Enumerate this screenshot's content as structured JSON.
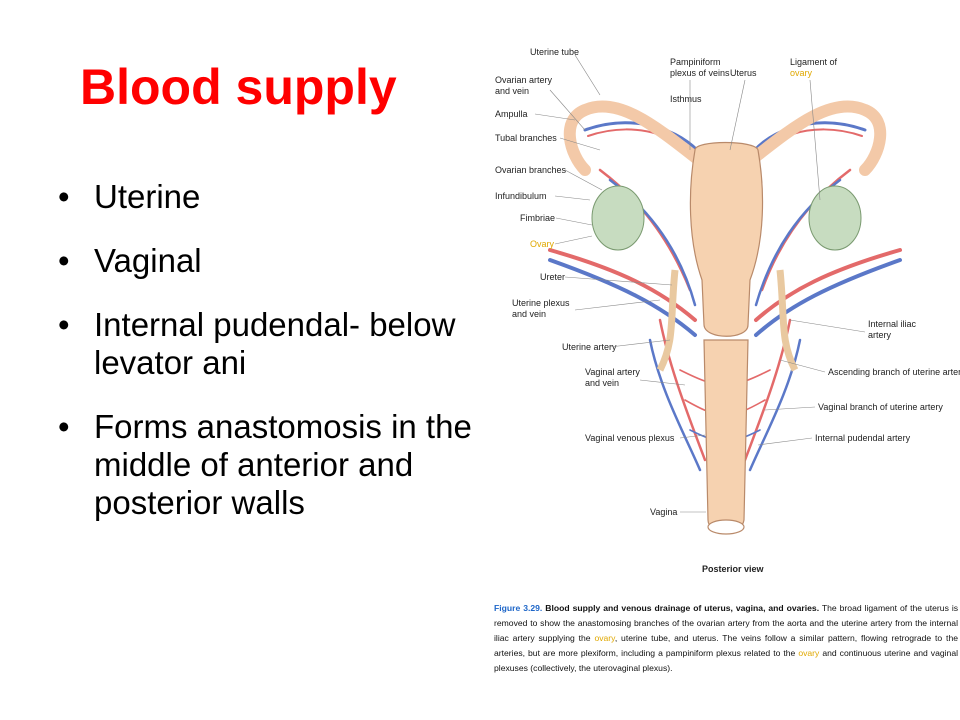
{
  "title": "Blood supply",
  "bullets": [
    "Uterine",
    "Vaginal",
    "Internal pudendal- below levator ani",
    "Forms anastomosis in the middle of anterior and posterior walls"
  ],
  "figure": {
    "labels": {
      "uterine_tube": "Uterine tube",
      "pampiniform_1": "Pampiniform",
      "pampiniform_2": "plexus of veins",
      "uterus": "Uterus",
      "ligament_1": "Ligament of",
      "ligament_2": "ovary",
      "ovarian_av_1": "Ovarian artery",
      "ovarian_av_2": "and vein",
      "isthmus": "Isthmus",
      "ampulla": "Ampulla",
      "tubal": "Tubal branches",
      "ovarian_br": "Ovarian branches",
      "infundibulum": "Infundibulum",
      "fimbriae": "Fimbriae",
      "ovary": "Ovary",
      "ureter": "Ureter",
      "uterine_plexus_1": "Uterine plexus",
      "uterine_plexus_2": "and vein",
      "uterine_artery": "Uterine artery",
      "internal_iliac_1": "Internal iliac",
      "internal_iliac_2": "artery",
      "vaginal_av_1": "Vaginal artery",
      "vaginal_av_2": "and vein",
      "ascending": "Ascending branch of uterine artery",
      "vaginal_branch": "Vaginal branch of uterine artery",
      "vaginal_venous": "Vaginal venous plexus",
      "internal_pudendal": "Internal pudendal artery",
      "vagina": "Vagina",
      "posterior_view": "Posterior view"
    },
    "colors": {
      "artery": "#e36a6a",
      "vein": "#5b78c8",
      "ovary": "#c7dcc0",
      "organ": "#f6d2b0",
      "title": "#ff0000",
      "figure_number": "#1e66c8",
      "highlight": "#e0a800"
    }
  },
  "caption": {
    "figure_number": "Figure 3.29.",
    "title": "Blood supply and venous drainage of uterus, vagina, and ovaries.",
    "part1": "The broad ligament of the uterus is removed to show the anastomosing branches of the ovarian artery from the aorta and the uterine artery from the internal iliac artery supplying the",
    "ovary_1": "ovary",
    "part2": ", uterine tube, and uterus. The veins follow a similar pattern, flowing retrograde to the arteries, but are more plexiform, including a pampiniform plexus related to the",
    "ovary_2": "ovary",
    "part3": "and continuous uterine and vaginal plexuses (collectively, the uterovaginal plexus)."
  }
}
